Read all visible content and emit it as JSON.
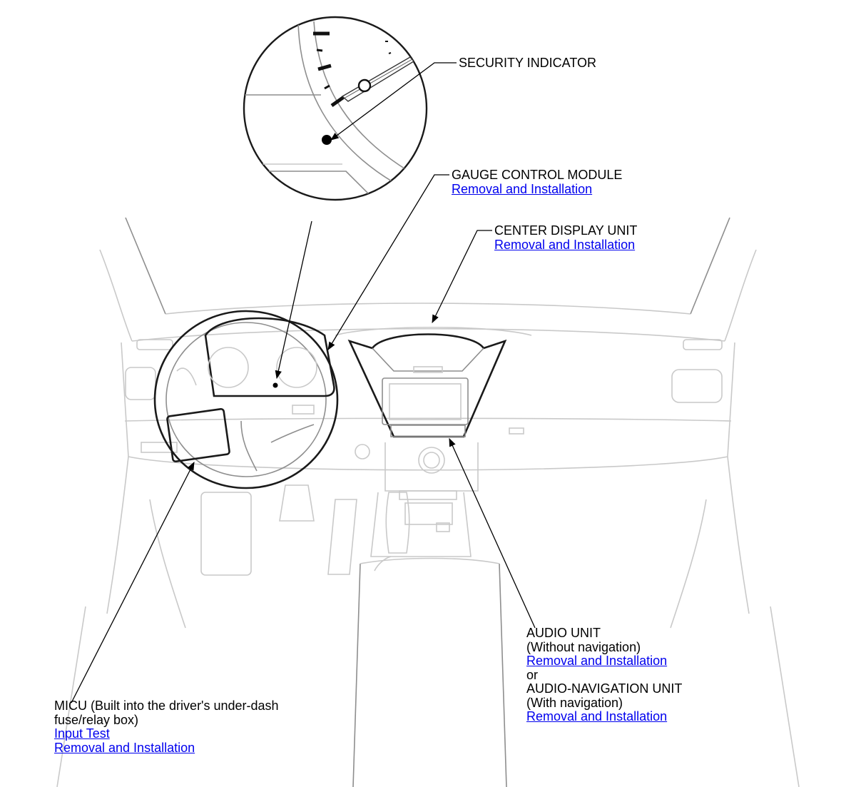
{
  "callouts": {
    "security_indicator": {
      "title": "SECURITY INDICATOR"
    },
    "gauge_control_module": {
      "title": "GAUGE CONTROL MODULE",
      "link": "Removal and Installation"
    },
    "center_display_unit": {
      "title": "CENTER DISPLAY UNIT",
      "link": "Removal and Installation"
    },
    "audio_unit": {
      "title": "AUDIO UNIT",
      "note": "(Without navigation)",
      "link": "Removal and Installation",
      "or": "or",
      "alt_title": "AUDIO-NAVIGATION UNIT",
      "alt_note": "(With navigation)",
      "alt_link": "Removal and Installation"
    },
    "micu": {
      "title_line1": "MICU (Built into the driver's under-dash",
      "title_line2": "fuse/relay box)",
      "link1": "Input Test",
      "link2": "Removal and Installation"
    }
  },
  "colors": {
    "link": "#0000ee",
    "line_dark": "#1a1a1a",
    "line_faint": "#c9c9c9"
  }
}
